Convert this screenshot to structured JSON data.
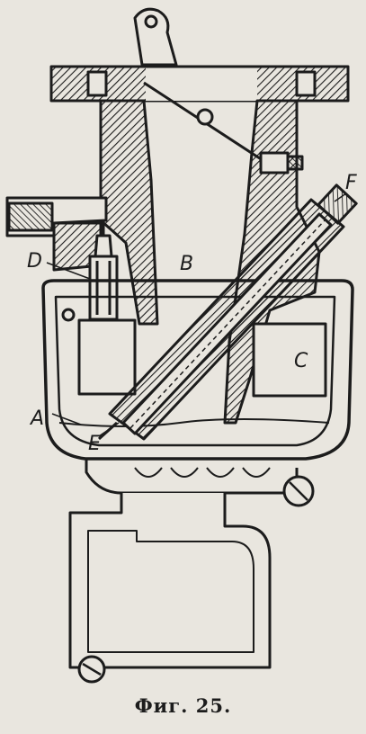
{
  "labels": {
    "A": "A",
    "B": "B",
    "C": "C",
    "D": "D",
    "E": "E",
    "F": "F"
  },
  "caption": "Фиг. 25.",
  "colors": {
    "ink": "#1c1c1c",
    "paper": "#e9e6df"
  }
}
